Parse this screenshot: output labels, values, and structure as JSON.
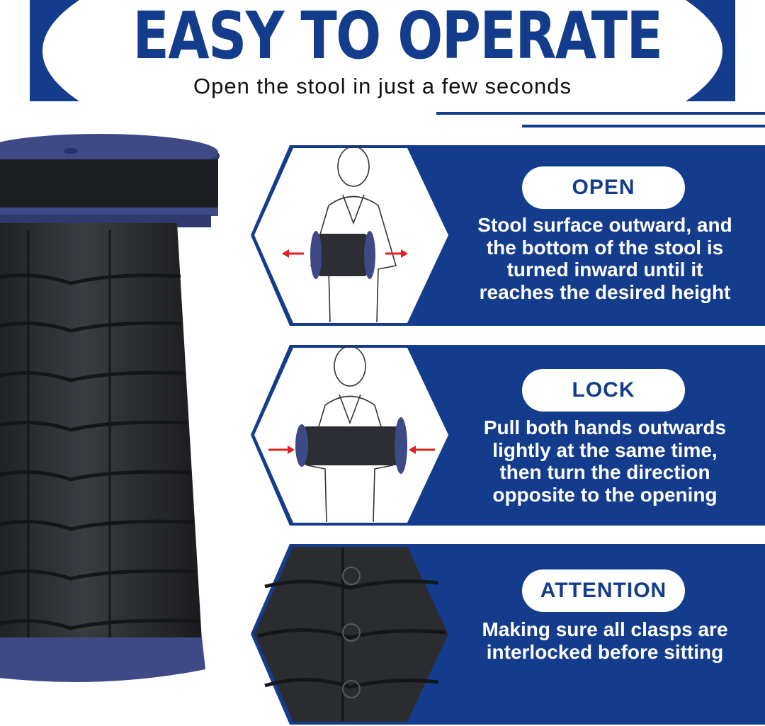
{
  "header": {
    "title": "EASY TO OPERATE",
    "subtitle": "Open the stool in just a few seconds"
  },
  "colors": {
    "brand_blue": "#143c8c",
    "stool_black": "#2b2d31",
    "text_light": "#ffffff"
  },
  "images": {
    "stool": "collapsible-stool",
    "open_illustration": "person-opening-stool",
    "lock_illustration": "person-locking-stool",
    "attention_photo": "stool-clasps-closeup"
  },
  "panels": [
    {
      "label": "OPEN",
      "text": [
        "Stool surface outward, and",
        "the bottom of the stool is",
        "turned inward until it",
        "reaches the desired height"
      ]
    },
    {
      "label": "LOCK",
      "text": [
        "Pull both hands outwards",
        "lightly at the same time,",
        "then turn the direction",
        "opposite to the opening"
      ]
    },
    {
      "label": "ATTENTION",
      "text": [
        "Making sure all clasps are",
        "interlocked before sitting"
      ]
    }
  ]
}
